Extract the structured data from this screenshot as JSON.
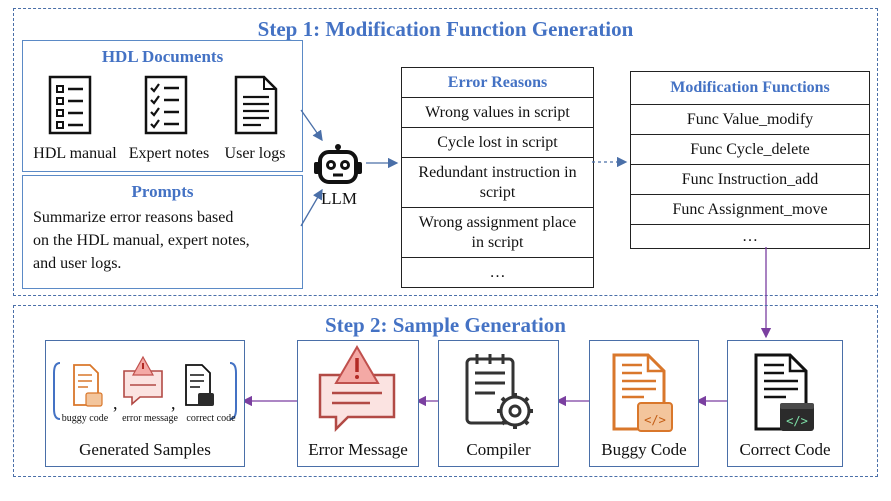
{
  "step1": {
    "title": "Step 1: Modification Function Generation"
  },
  "step2": {
    "title": "Step 2: Sample Generation"
  },
  "hdl_documents": {
    "title": "HDL Documents",
    "items": [
      "HDL manual",
      "Expert notes",
      "User logs"
    ]
  },
  "prompts": {
    "title": "Prompts",
    "lines": [
      "Summarize error reasons based",
      "on the HDL manual, expert notes,",
      "and user logs."
    ]
  },
  "llm": {
    "label": "LLM"
  },
  "error_reasons": {
    "title": "Error Reasons",
    "rows": [
      "Wrong values in script",
      "Cycle lost in script",
      "Redundant instruction in script",
      "Wrong assignment place in script",
      "…"
    ]
  },
  "modification_functions": {
    "title": "Modification Functions",
    "rows": [
      "Func Value_modify",
      "Func Cycle_delete",
      "Func Instruction_add",
      "Func Assignment_move",
      "…"
    ]
  },
  "pipeline": {
    "correct_code": "Correct Code",
    "buggy_code": "Buggy Code",
    "compiler": "Compiler",
    "error_message": "Error Message",
    "generated_samples": "Generated Samples",
    "sample_labels": [
      "buggy code",
      "error message",
      "correct code"
    ]
  },
  "colors": {
    "accent": "#4472c4",
    "border": "#4a6fa8",
    "orange": "#d9772b",
    "red": "#c0504d",
    "arrow": "#7b3fa0"
  }
}
